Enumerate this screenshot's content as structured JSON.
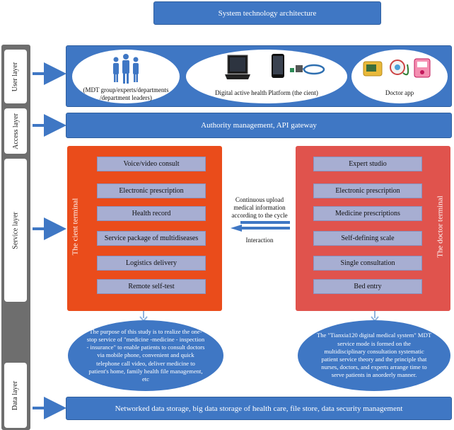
{
  "title": "System technology architecture",
  "layers": [
    "User layer",
    "Access layer",
    "Service layer",
    "Data layer"
  ],
  "user_layer": {
    "group_label": "(MDT group/experts/departments\n/department leaders)",
    "platform_label": "Digital active health Platform (the cient)",
    "doctor_label": "Doctor app"
  },
  "access_bar": "Authority management, API gateway",
  "client_terminal": {
    "title": "The cient terminal",
    "items": [
      "Voice/video consult",
      "Electronic prescription",
      "Health record",
      "Service package of multidiseases",
      "Logistics delivery",
      "Remote self-test"
    ]
  },
  "doctor_terminal": {
    "title": "The doctor terminal",
    "items": [
      "Expert studio",
      "Electronic prescription",
      "Medicine prescriptions",
      "Self-defining scale",
      "Single consultation",
      "Bed entry"
    ]
  },
  "middle": {
    "upload_text": "Continuous upload\nmedical information\naccording to the cycle",
    "interaction_text": "Interaction"
  },
  "client_description": "The purpose of this study is to realize the one-stop service of \"medicine -medicine - inspection - insurance\" to enable patients to consult doctors via mobile phone, convenient and quick telephone call video, deliver medicine to patient's home, family health file management, etc",
  "doctor_description": "The \"Tianxia120 digital medical system\" MDT service mode is formed on the multidisciplinary consultation systematic patient service theory and the principle that nurses, doctors, and experts arrange time to serve patients in anorderly manner.",
  "data_bar": "Networked data storage, big data storage of health care, file store, data security management",
  "colors": {
    "layer_blue": "#3f77c4",
    "client_orange": "#ea4c1b",
    "doctor_red": "#e0534d",
    "service_item": "#a7aed2",
    "layer_bar_gray": "#6e6e6e"
  },
  "icons": [
    "people-group-icon",
    "laptop-icon",
    "smartphone-icon",
    "cable-icon",
    "medical-devices-icon"
  ]
}
